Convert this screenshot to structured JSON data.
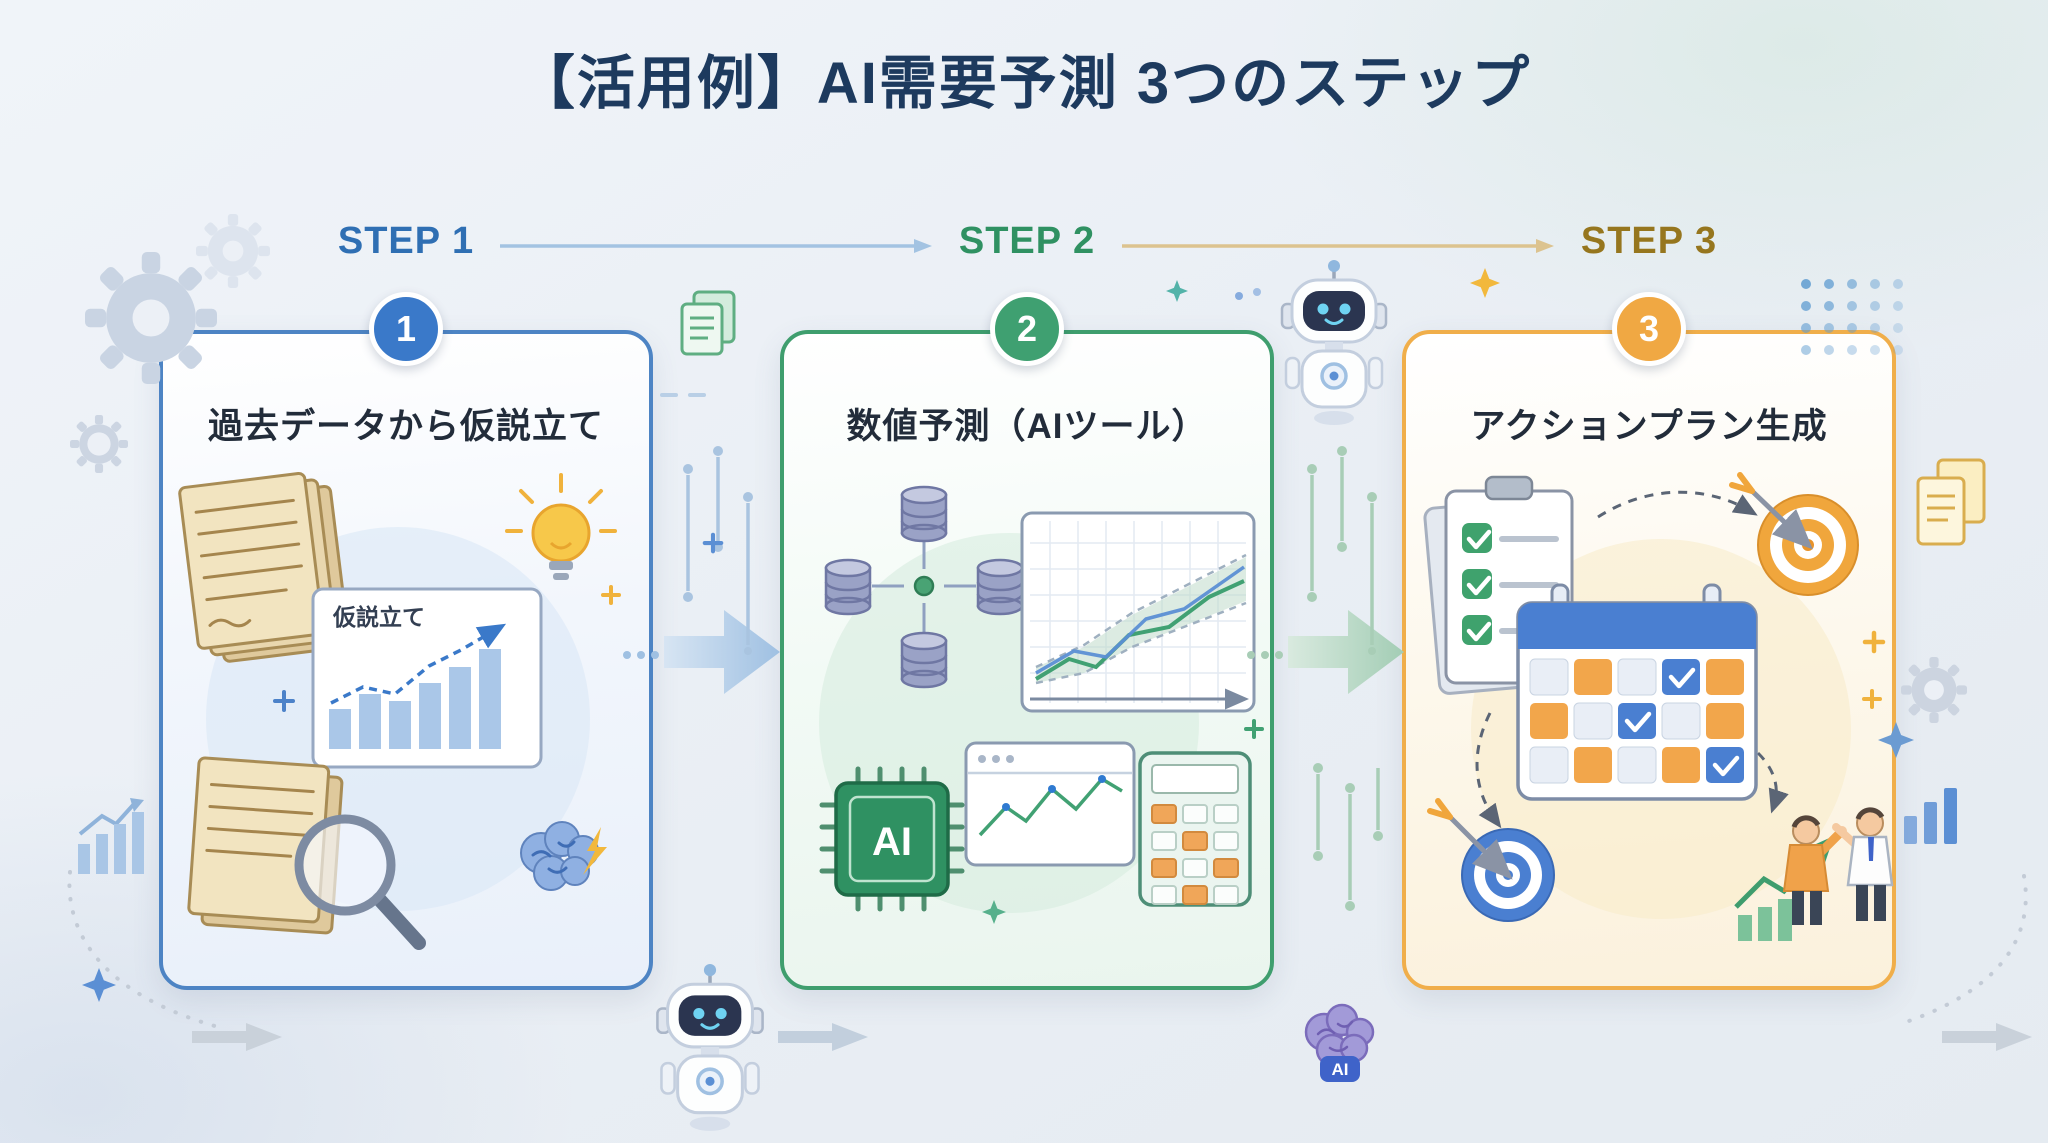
{
  "page": {
    "title": "【活用例】AI需要予測 3つのステップ"
  },
  "steps": [
    {
      "label": "STEP 1",
      "number": "1",
      "title": "過去データから仮説立て",
      "accent_color": "#3a79c9",
      "illustration": {
        "chart_label": "仮説立て"
      }
    },
    {
      "label": "STEP 2",
      "number": "2",
      "title": "数値予測（AIツール）",
      "accent_color": "#3fa071",
      "illustration": {
        "chip_label": "AI"
      }
    },
    {
      "label": "STEP 3",
      "number": "3",
      "title": "アクションプラン生成",
      "accent_color": "#f0a843",
      "illustration": {}
    }
  ],
  "decorations": {
    "brain_badge_label": "AI"
  }
}
